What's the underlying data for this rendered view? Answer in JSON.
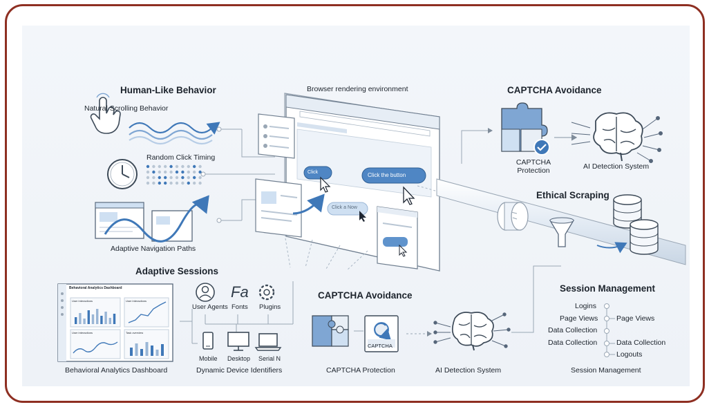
{
  "human_like": {
    "title": "Human-Like Behavior",
    "natural_scrolling": "Natural Scrolling Behavior",
    "random_click": "Random Click Timing",
    "adaptive_nav": "Adaptive Navigation Paths"
  },
  "browser": {
    "title": "Browser rendering environment",
    "btn_click": "Click",
    "btn_click_button": "Click the button",
    "btn_click_now": "Click a Now"
  },
  "captcha_top": {
    "title": "CAPTCHA Avoidance",
    "protection": "CAPTCHA Protection",
    "ai_system": "AI Detection System"
  },
  "ethical": {
    "title": "Ethical Scraping"
  },
  "adaptive_sessions": {
    "title": "Adaptive Sessions",
    "dashboard_caption": "Behavioral Analytics Dashboard",
    "dashboard_header": "Behavioral Analytics Dashboard",
    "panels": [
      "User interactions",
      "User interactions",
      "User interactions",
      "Task overview"
    ],
    "user_agents": "User Agents",
    "fonts": "Fonts",
    "plugins": "Plugins",
    "mobile": "Mobile",
    "desktop": "Desktop",
    "serial": "Serial N",
    "device_ids": "Dynamic Device Identifiers"
  },
  "captcha_bottom": {
    "title": "CAPTCHA Avoidance",
    "captcha_box": "CAPTCHA",
    "protection": "CAPTCHA Protection",
    "ai_system": "AI Detection System"
  },
  "session_mgmt": {
    "title": "Session Management",
    "logins": "Logins",
    "page_views_left": "Page Views",
    "page_views_right": "Page Views",
    "data_collection_1": "Data Collection",
    "data_collection_2": "Data Collection",
    "data_collection_right": "Data Collection",
    "logouts": "Logouts",
    "caption": "Session Management"
  },
  "colors": {
    "border": "#8e2f22",
    "accent_blue": "#3f78b8",
    "light_blue": "#cfe0f2",
    "line_gray": "#9aa7b5",
    "check_blue": "#3f78b8"
  }
}
